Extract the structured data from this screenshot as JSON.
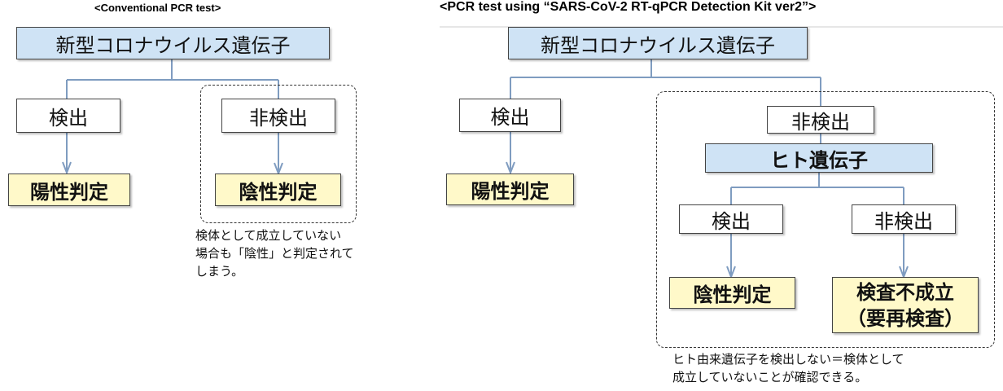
{
  "left": {
    "title": "<Conventional PCR test>",
    "root": "新型コロナウイルス遺伝子",
    "detected": "検出",
    "not_detected": "非検出",
    "positive": "陽性判定",
    "negative": "陰性判定",
    "note": [
      "検体として成立していない",
      "場合も「陰性」と判定されて",
      "しまう。"
    ]
  },
  "right": {
    "title": "<PCR test using “SARS-CoV-2 RT-qPCR Detection Kit ver2”>",
    "root": "新型コロナウイルス遺伝子",
    "detected": "検出",
    "not_detected": "非検出",
    "positive": "陽性判定",
    "human_gene": "ヒト遺伝子",
    "human_detected": "検出",
    "human_not_detected": "非検出",
    "negative": "陰性判定",
    "invalid": [
      "検査不成立",
      "（要再検査）"
    ],
    "note": [
      "ヒト由来遺伝子を検出しない＝検体として",
      "成立していないことが確認できる。"
    ]
  },
  "colors": {
    "root_fill": "#cfe3f5",
    "result_fill": "#fff9c9",
    "connector": "#7f9cc0"
  }
}
